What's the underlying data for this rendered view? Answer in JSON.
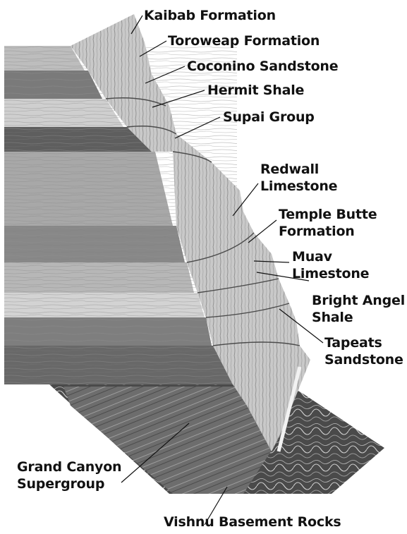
{
  "diagram": {
    "layers": [
      {
        "id": "kaibab",
        "lines": [
          "Kaibab Formation"
        ]
      },
      {
        "id": "toroweap",
        "lines": [
          "Toroweap Formation"
        ]
      },
      {
        "id": "coconino",
        "lines": [
          "Coconino Sandstone"
        ]
      },
      {
        "id": "hermit",
        "lines": [
          "Hermit Shale"
        ]
      },
      {
        "id": "supai",
        "lines": [
          "Supai Group"
        ]
      },
      {
        "id": "redwall",
        "lines": [
          "Redwall",
          "Limestone"
        ]
      },
      {
        "id": "temple-butte",
        "lines": [
          "Temple Butte",
          "Formation"
        ]
      },
      {
        "id": "muav",
        "lines": [
          "Muav",
          "Limestone"
        ]
      },
      {
        "id": "bright-angel",
        "lines": [
          "Bright Angel",
          "Shale"
        ]
      },
      {
        "id": "tapeats",
        "lines": [
          "Tapeats",
          "Sandstone"
        ]
      },
      {
        "id": "grand-canyon-supergroup",
        "lines": [
          "Grand Canyon",
          "Supergroup"
        ]
      },
      {
        "id": "vishnu",
        "lines": [
          "Vishnu Basement Rocks"
        ]
      }
    ],
    "colors": {
      "text": "#111111",
      "leader": "#111111",
      "rock_light": "#d9d9d9",
      "rock_mid": "#a9a9a9",
      "rock_dark": "#5c5c5c",
      "basement": "#3a3a3a"
    }
  }
}
